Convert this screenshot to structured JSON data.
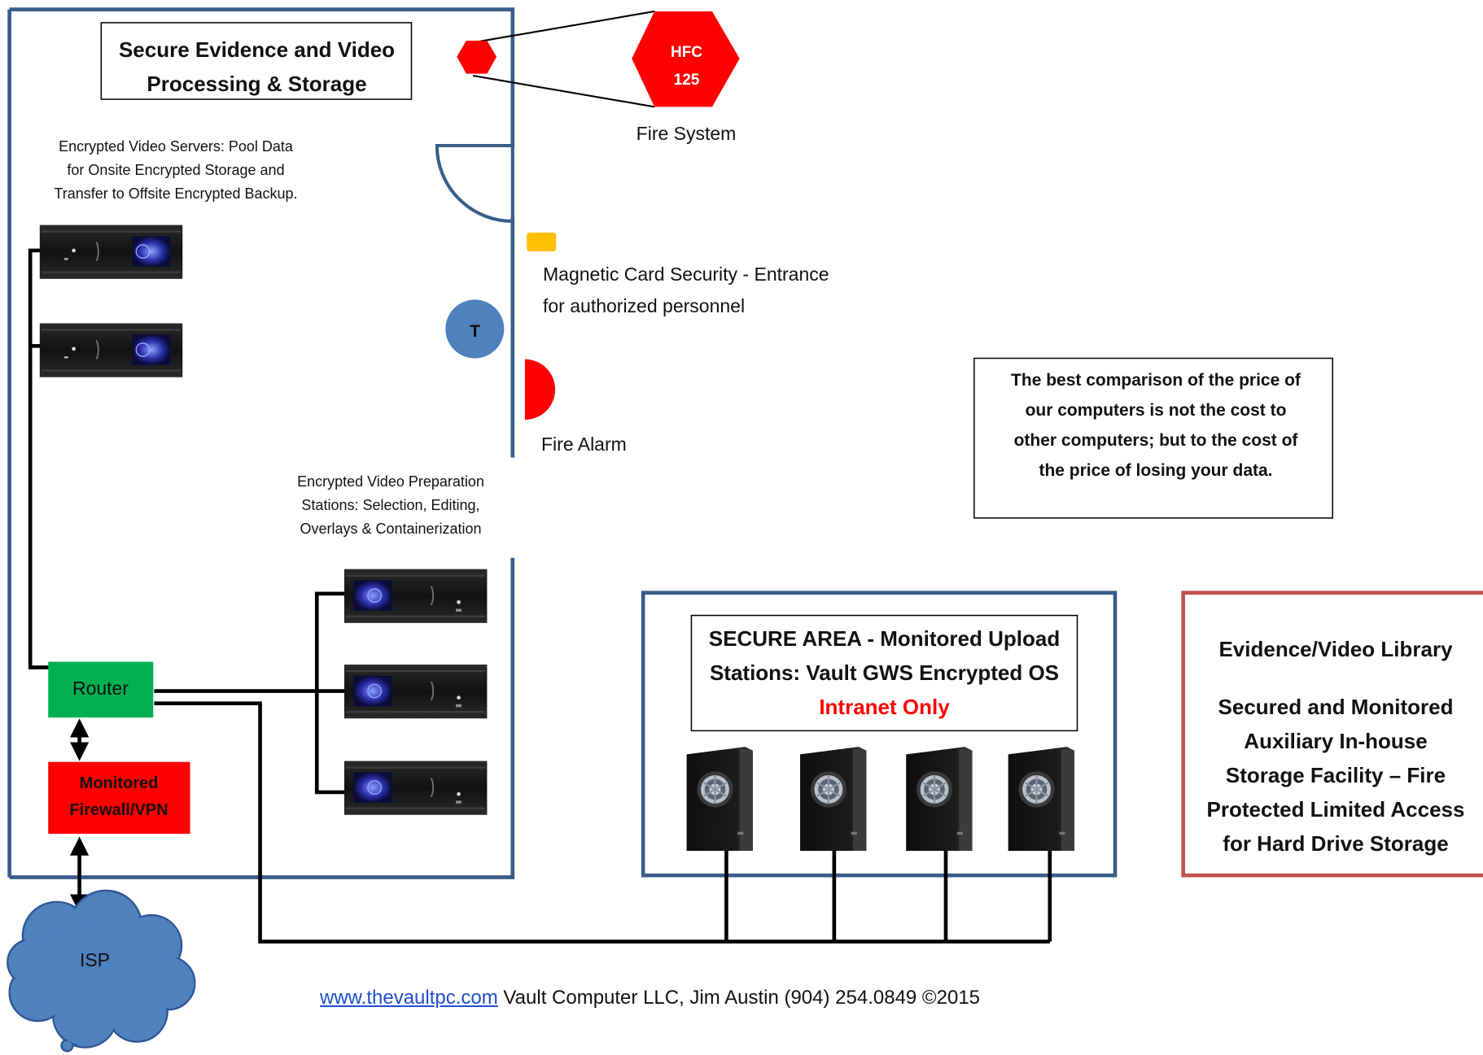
{
  "title": {
    "line1": "Secure Evidence and Video",
    "line2": "Processing & Storage"
  },
  "fire_system": {
    "small_label": "",
    "big_line1": "HFC",
    "big_line2": "125",
    "caption": "Fire System",
    "color": "#ff0000"
  },
  "servers_caption": {
    "line1": "Encrypted Video Servers: Pool Data",
    "line2": "for Onsite Encrypted Storage and",
    "line3": "Transfer to Offsite Encrypted Backup."
  },
  "card_security": {
    "line1": "Magnetic Card Security - Entrance",
    "line2": "for authorized personnel",
    "color": "#ffc000"
  },
  "thermostat": {
    "label": "T",
    "color": "#4f81bd"
  },
  "fire_alarm": {
    "label": "Fire Alarm",
    "color": "#ff0000"
  },
  "prep_caption": {
    "line1": "Encrypted Video Preparation",
    "line2": "Stations: Selection, Editing,",
    "line3": "Overlays & Containerization"
  },
  "quote": {
    "line1": "The best comparison of the price of",
    "line2": "our computers is not the cost to",
    "line3": "other computers; but to the cost of",
    "line4": "the price of losing your data."
  },
  "router": {
    "label": "Router",
    "color": "#00b050"
  },
  "firewall": {
    "line1": "Monitored",
    "line2": "Firewall/VPN",
    "color": "#ff0000"
  },
  "isp": {
    "label": "ISP",
    "color": "#4f81bd"
  },
  "secure_area": {
    "line1": "SECURE AREA - Monitored Upload",
    "line2": "Stations: Vault GWS Encrypted OS",
    "line3": "Intranet Only",
    "highlight_color": "#ff0000",
    "workstation_count": 4
  },
  "library": {
    "title": "Evidence/Video Library",
    "line1": "Secured and Monitored",
    "line2": "Auxiliary In-house",
    "line3": "Storage Facility – Fire",
    "line4": "Protected Limited Access",
    "line5": "for Hard Drive Storage",
    "border_color": "#c0504d"
  },
  "footer": {
    "link": "www.thevaultpc.com",
    "text": " Vault Computer LLC, Jim Austin (904) 254.0849 ©2015"
  },
  "colors": {
    "room_border": "#385d8a",
    "link": "#1f4ed0"
  }
}
